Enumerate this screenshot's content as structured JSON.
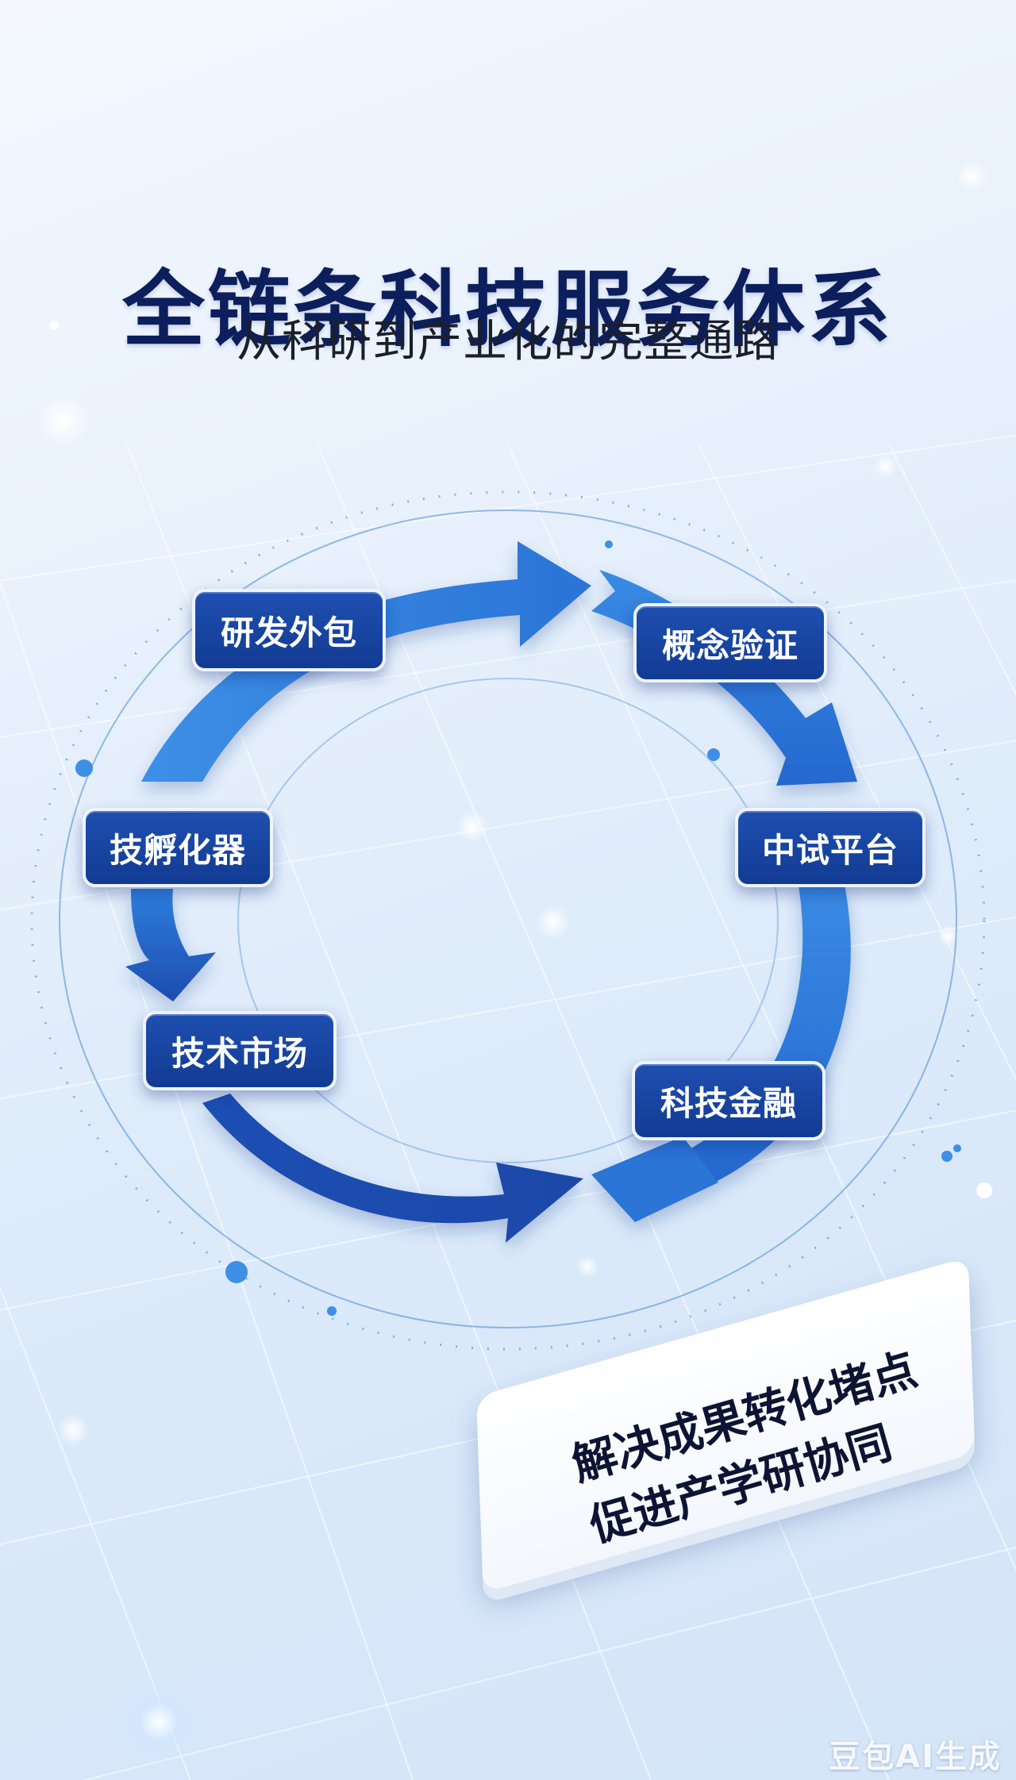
{
  "header": {
    "title": "全链条科技服务体系",
    "subtitle": "从科研到产业化的完整通路"
  },
  "cycle": {
    "nodes": [
      {
        "label": "研发外包"
      },
      {
        "label": "概念验证"
      },
      {
        "label": "中试平台"
      },
      {
        "label": "科技金融"
      },
      {
        "label": "技术市场"
      },
      {
        "label": "技孵化器"
      }
    ]
  },
  "card": {
    "line1": "解决成果转化堵点",
    "line2": "促进产学研协同"
  },
  "watermark": "豆包AI生成",
  "colors": {
    "title": "#0c1f5c",
    "node_bg": "#1a47a6",
    "arrow_light": "#3f8ee4",
    "arrow_dark": "#1743a6",
    "background": "#e4eefb"
  }
}
